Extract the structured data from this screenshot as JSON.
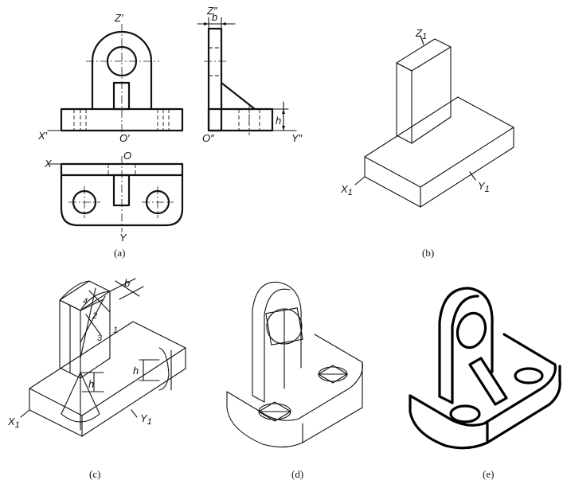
{
  "captions": {
    "a": "(a)",
    "b": "(b)",
    "c": "(c)",
    "d": "(d)",
    "e": "(e)"
  },
  "labels_a": {
    "z_front": "Z′",
    "x_front": "X′",
    "o_front": "O′",
    "z_side": "Z″",
    "y_side": "Y″",
    "o_side": "O″",
    "b_dim": "b",
    "h_dim": "h",
    "x_top": "X",
    "o_top": "O",
    "y_top": "Y"
  },
  "labels_b": {
    "z1": "Z",
    "z1_sub": "1",
    "x1": "X",
    "x1_sub": "1",
    "y1": "Y",
    "y1_sub": "1"
  },
  "labels_c": {
    "b_dim": "b",
    "h_dim1": "h",
    "h_dim2": "h",
    "pt1": "1",
    "pt2": "2",
    "pt3": "3",
    "pt4": "4",
    "x1": "X",
    "x1_sub": "1",
    "y1": "Y",
    "y1_sub": "1"
  }
}
